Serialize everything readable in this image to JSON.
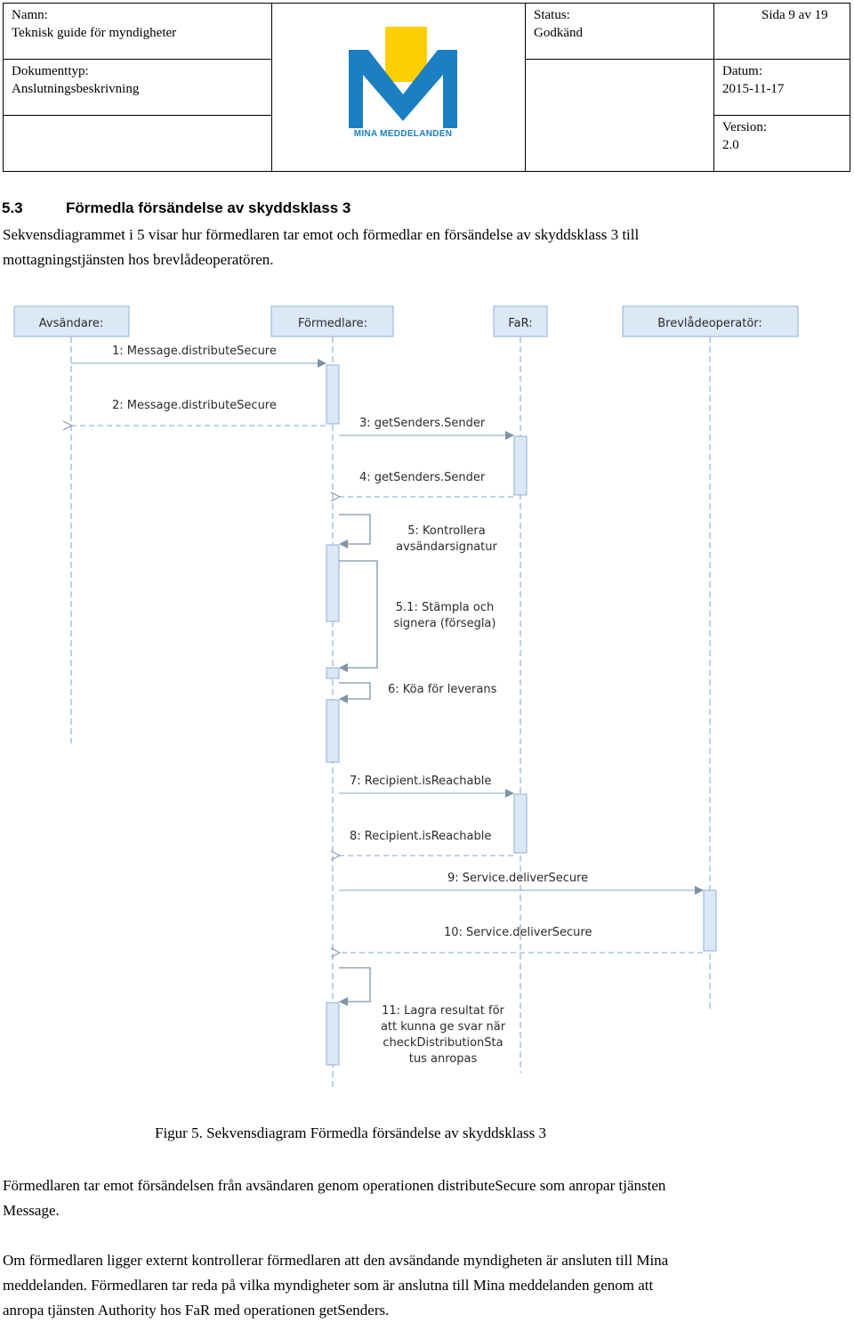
{
  "header": {
    "name_label": "Namn:",
    "name_value": "Teknisk guide för myndigheter",
    "status_label": "Status:",
    "status_value": "Godkänd",
    "page_label": "Sida 9 av 19",
    "doctype_label": "Dokumenttyp:",
    "doctype_value": "Anslutningsbeskrivning",
    "date_label": "Datum:",
    "date_value": "2015-11-17",
    "version_label": "Version:",
    "version_value": "2.0",
    "logo_text": "MINA MEDDELANDEN"
  },
  "section": {
    "number": "5.3",
    "title": "Förmedla försändelse av skyddsklass 3"
  },
  "intro": {
    "line1": "Sekvensdiagrammet i 5 visar hur förmedlaren tar emot och förmedlar en försändelse av skyddsklass 3 till",
    "line2": "mottagningstjänsten hos brevlådeoperatören."
  },
  "diagram": {
    "lifelines": [
      "Avsändare:",
      "Förmedlare:",
      "FaR:",
      "Brevlådeoperatör:"
    ],
    "messages": {
      "m1": "1: Message.distributeSecure",
      "m2": "2: Message.distributeSecure",
      "m3": "3: getSenders.Sender",
      "m4": "4: getSenders.Sender",
      "m5a": "5: Kontrollera",
      "m5b": "avsändarsignatur",
      "m51a": "5.1: Stämpla och",
      "m51b": "signera (försegla)",
      "m6": "6: Köa för leverans",
      "m7": "7: Recipient.isReachable",
      "m8": "8: Recipient.isReachable",
      "m9": "9: Service.deliverSecure",
      "m10": "10: Service.deliverSecure",
      "m11a": "11: Lagra resultat för",
      "m11b": "att kunna ge svar när",
      "m11c": "checkDistributionSta",
      "m11d": "tus anropas"
    }
  },
  "caption": "Figur 5. Sekvensdiagram Förmedla försändelse av skyddsklass 3",
  "body": {
    "p1_line1": "Förmedlaren tar emot försändelsen från avsändaren genom operationen distributeSecure som anropar tjänsten",
    "p1_line2": "Message.",
    "p2_line1": "Om förmedlaren ligger externt kontrollerar förmedlaren att den avsändande myndigheten är ansluten till Mina",
    "p2_line2": "meddelanden. Förmedlaren tar reda på vilka myndigheter som är anslutna till Mina meddelanden genom att",
    "p2_line3": "anropa tjänsten Authority hos FaR med operationen getSenders."
  },
  "colors": {
    "logo_yellow": "#fcd000",
    "logo_blue": "#1b7fc2",
    "lifeline_box_fill": "#dce8f6",
    "lifeline_box_stroke": "#8fb0d6",
    "activation_fill": "#dce8f6",
    "dashed_line": "#9ab7d8"
  }
}
